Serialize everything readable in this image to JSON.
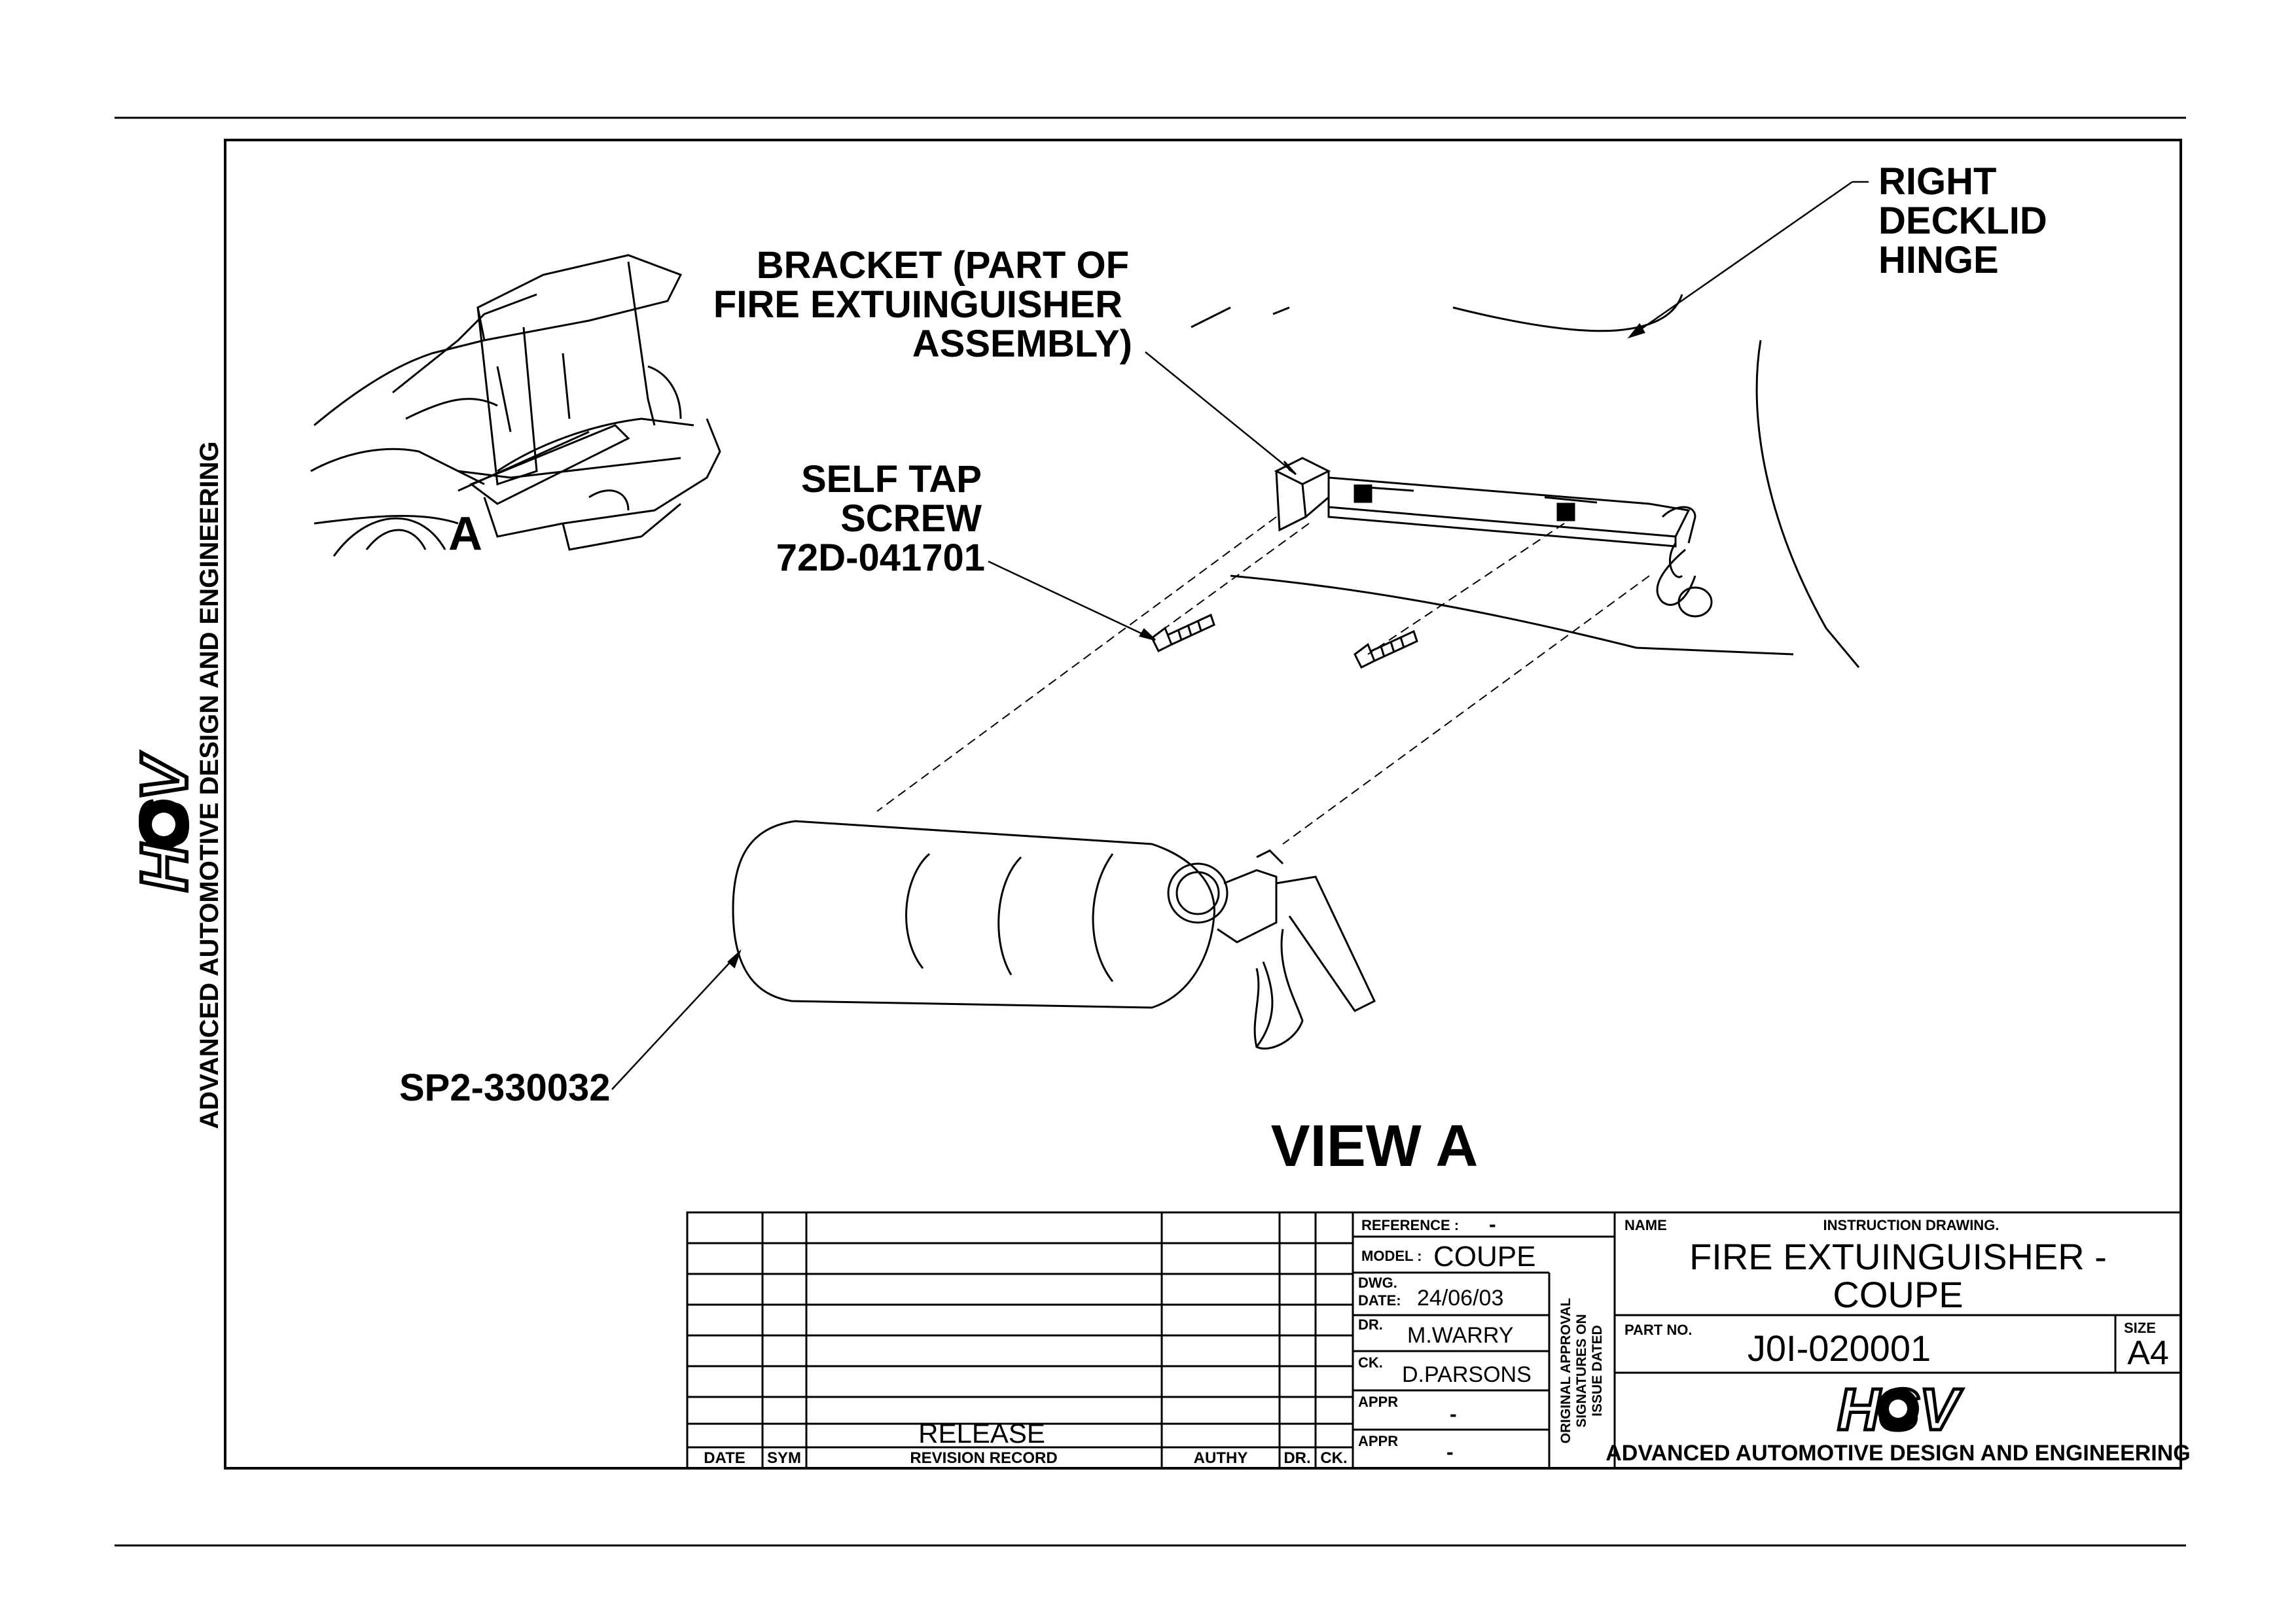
{
  "company": {
    "logo_text": "HSV",
    "name": "ADVANCED AUTOMOTIVE DESIGN AND ENGINEERING"
  },
  "callouts": {
    "bracket": [
      "BRACKET (PART OF",
      "FIRE EXTUINGUISHER",
      "ASSEMBLY)"
    ],
    "hinge": [
      "RIGHT",
      "DECKLID",
      "HINGE"
    ],
    "screw": [
      "SELF TAP",
      "SCREW",
      "72D-041701"
    ],
    "extinguisher_part": "SP2-330032",
    "detail_marker": "A",
    "view_title": "VIEW A"
  },
  "title_block": {
    "reference_label": "REFERENCE :",
    "reference_value": "-",
    "model_label": "MODEL :",
    "model_value": "COUPE",
    "dwg_date_label": [
      "DWG.",
      "DATE:"
    ],
    "dwg_date_value": "24/06/03",
    "dr_label": "DR.",
    "dr_value": "M.WARRY",
    "ck_label": "CK.",
    "ck_value": "D.PARSONS",
    "appr_label": "APPR",
    "appr1_value": "-",
    "appr2_value": "-",
    "approval_note": [
      "ORIGINAL APPROVAL",
      "SIGNATURES ON",
      "ISSUE DATED"
    ],
    "name_label": "NAME",
    "instruction_label": "INSTRUCTION DRAWING.",
    "drawing_title": [
      "FIRE EXTUINGUISHER -",
      "COUPE"
    ],
    "part_no_label": "PART NO.",
    "part_no_value": "J0I-020001",
    "size_label": "SIZE",
    "size_value": "A4"
  },
  "revision": {
    "headers": [
      "DATE",
      "SYM",
      "REVISION RECORD",
      "AUTHY",
      "DR.",
      "CK."
    ],
    "release_text": "RELEASE"
  }
}
